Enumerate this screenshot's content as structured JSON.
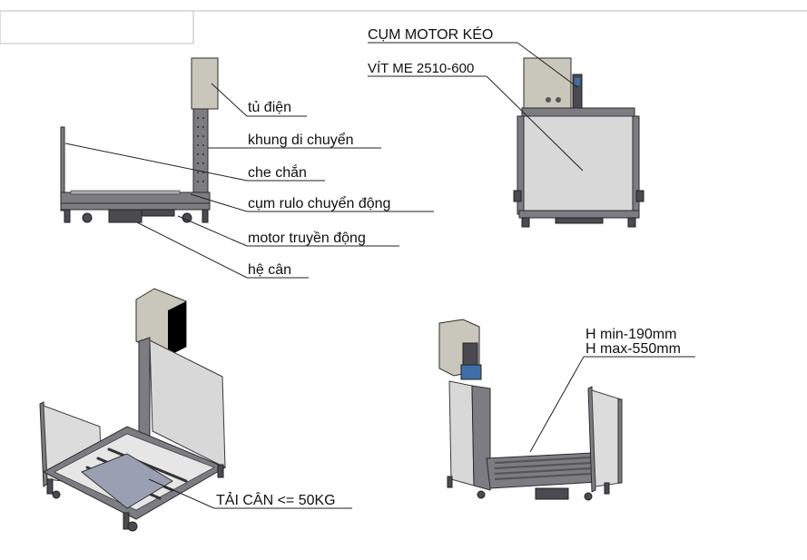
{
  "labels": {
    "tu_dien": "tủ điện",
    "khung_di_chuyen": "khung di chuyển",
    "che_chan": "che chắn",
    "cum_rulo": "cụm rulo chuyển động",
    "motor_truyen_dong": "motor truyền động",
    "he_can": "hệ cân",
    "cum_motor_keo": "CỤM MOTOR KÉO",
    "vit_me": "VÍT ME 2510-600",
    "h_min": "H min-190mm",
    "h_max": "H max-550mm",
    "tai_can": "TẢI CÂN <= 50KG"
  },
  "colors": {
    "frame": "#7c7c82",
    "cabinet": "#c9c6bb",
    "panel": "#d8d8d8",
    "motor_blue": "#3f6fa8"
  }
}
